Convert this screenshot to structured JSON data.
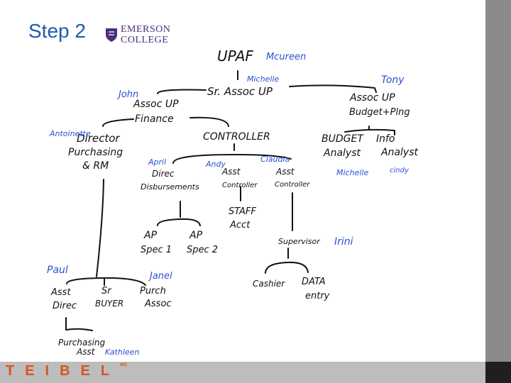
{
  "slide": {
    "title": "Step 2"
  },
  "logo": {
    "line1": "EMERSON",
    "line2": "COLLEGE"
  },
  "footer": {
    "brand": "TEIBEL",
    "brand_mark": "INC"
  },
  "org": {
    "top": "UPAF",
    "top_name": "Mcureen",
    "sr": "Sr. Assoc UP",
    "sr_name": "Michelle",
    "finance_1": "Assoc UP",
    "finance_2": "Finance",
    "finance_name": "John",
    "budget_1": "Assoc UP",
    "budget_2": "Budget+Plng",
    "budget_name": "Tony",
    "dir_1": "Director",
    "dir_2": "Purchasing",
    "dir_3": "& RM",
    "dir_name": "Antoinette",
    "controller": "CONTROLLER",
    "ba_1": "BUDGET",
    "ba_2": "Analyst",
    "ba_name": "Michelle",
    "ia_1": "Info",
    "ia_2": "Analyst",
    "ia_name": "cindy",
    "dd_1": "Direc",
    "dd_2": "Disbursements",
    "dd_name": "April",
    "ac1_1": "Asst",
    "ac1_2": "Controller",
    "ac1_name": "Andy",
    "ac2_1": "Asst",
    "ac2_2": "Controller",
    "ac2_name": "Claudia",
    "staff_1": "STAFF",
    "staff_2": "Acct",
    "ap1_1": "AP",
    "ap1_2": "Spec 1",
    "ap2_1": "AP",
    "ap2_2": "Spec 2",
    "sup": "Supervisor",
    "sup_name": "Irini",
    "cashier": "Cashier",
    "de_1": "DATA",
    "de_2": "entry",
    "ad_1": "Asst",
    "ad_2": "Direc",
    "ad_name": "Paul",
    "buyer_1": "Sr",
    "buyer_2": "BUYER",
    "pa_1": "Purch",
    "pa_2": "Assoc",
    "pa_name": "Janel",
    "pur_1": "Purchasing",
    "pur_2": "Asst",
    "pur_name": "Kathleen"
  },
  "colors": {
    "title": "#1f5ba8",
    "name_ink": "#2a4fd6",
    "brand": "#d9531e"
  }
}
